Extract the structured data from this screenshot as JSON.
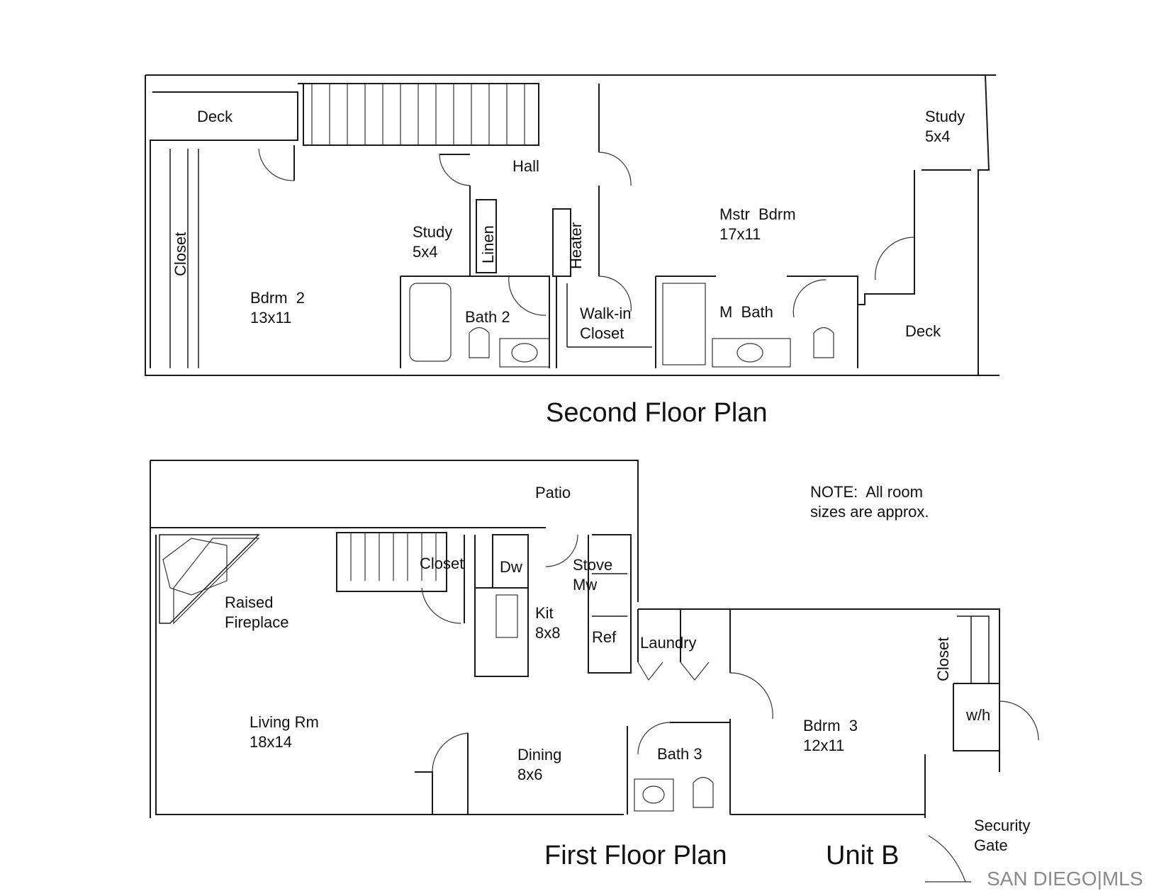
{
  "second_floor": {
    "title": "Second Floor Plan",
    "rooms": {
      "deck_left": "Deck",
      "hall": "Hall",
      "study_right": {
        "name": "Study",
        "size": "5x4"
      },
      "closet": "Closet",
      "study_mid": {
        "name": "Study",
        "size": "5x4"
      },
      "linen": "Linen",
      "heater": "Heater",
      "mstr_bdrm": {
        "name": "Mstr  Bdrm",
        "size": "17x11"
      },
      "bdrm2": {
        "name": "Bdrm  2",
        "size": "13x11"
      },
      "bath2": "Bath 2",
      "walkin": {
        "line1": "Walk-in",
        "line2": "Closet"
      },
      "mbath": "M  Bath",
      "deck_right": "Deck"
    }
  },
  "first_floor": {
    "title": "First Floor Plan",
    "unit": "Unit B",
    "rooms": {
      "patio": "Patio",
      "closet": "Closet",
      "dw": "Dw",
      "stove": "Stove",
      "mw": "Mw",
      "raised": "Raised",
      "fireplace": "Fireplace",
      "kit": {
        "name": "Kit",
        "size": "8x8"
      },
      "ref": "Ref",
      "laundry": "Laundry",
      "closet_right": "Closet",
      "wh": "w/h",
      "living": {
        "name": "Living Rm",
        "size": "18x14"
      },
      "bdrm3": {
        "name": "Bdrm  3",
        "size": "12x11"
      },
      "dining": {
        "name": "Dining",
        "size": "8x6"
      },
      "bath3": "Bath 3",
      "security": {
        "line1": "Security",
        "line2": "Gate"
      }
    }
  },
  "note": {
    "line1": "NOTE:  All room",
    "line2": "sizes are approx."
  },
  "watermark": "SAN DIEGO|MLS"
}
